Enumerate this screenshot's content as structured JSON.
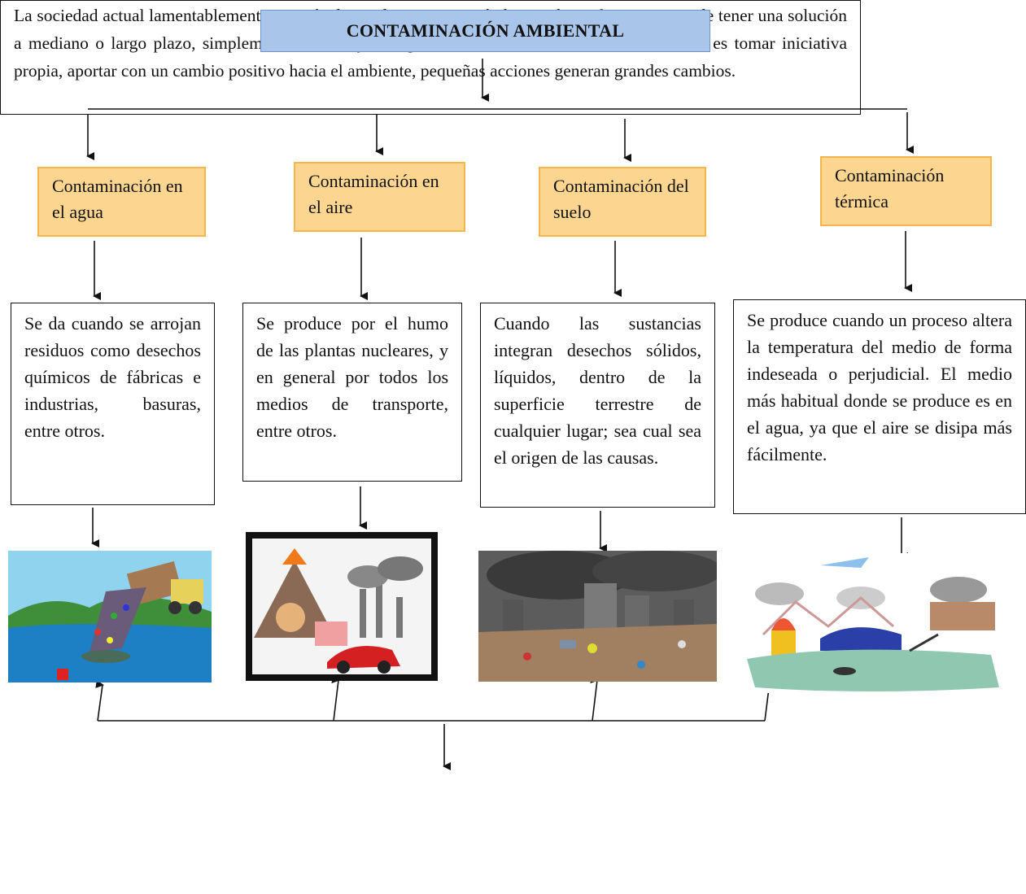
{
  "title": "CONTAMINACIÓN AMBIENTAL",
  "categories": [
    {
      "label": "Contaminación en el agua",
      "description": "Se da cuando se arrojan residuos como desechos químicos de fábricas e industrias, basuras, entre otros.",
      "image": "garbage-truck-dumping-into-water-illustration"
    },
    {
      "label": "Contaminación en el aire",
      "description": "Se produce por el humo de las plantas nucleares, y en general por todos los medios de transporte, entre otros.",
      "image": "volcano-factories-smoke-car-illustration"
    },
    {
      "label": "Contaminación del suelo",
      "description": "Cuando las sustancias integran desechos sólidos, líquidos, dentro de la superficie terrestre de cualquier lugar; sea cual sea el origen de las causas.",
      "image": "littered-city-ground-illustration"
    },
    {
      "label": "Contaminación térmica",
      "description": "Se produce cuando un proceso altera la temperatura del medio de forma indeseada o perjudicial. El medio más habitual donde se produce es en el agua, ya que el aire se disipa más fácilmente.",
      "image": "polluted-landscape-fire-factory-illustration"
    }
  ],
  "conclusion": "La sociedad actual lamentablemente se está adaptando a un nuevo ámbito ambiental que, a pesar de tener una solución a mediano o largo plazo, simplemente contribuyen a quedarse de brazos cruzados.   La solución es tomar iniciativa propia, aportar con un cambio positivo hacia el ambiente, pequeñas acciones generan grandes cambios.",
  "colors": {
    "title_fill": "#a9c6ea",
    "category_fill": "#fcd690",
    "category_border": "#f3b64a"
  }
}
